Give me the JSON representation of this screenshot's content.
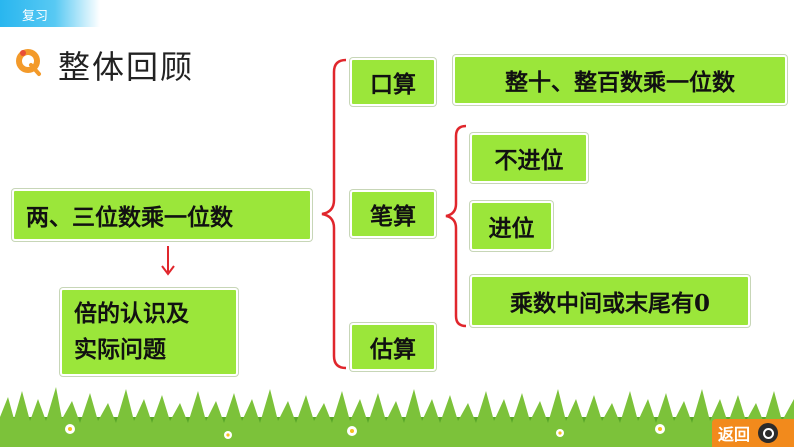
{
  "header": {
    "tab_label": "复习",
    "title": "整体回顾"
  },
  "nodes": {
    "main": "两、三位数乘一位数",
    "multiple": [
      "倍的认识及",
      "实际问题"
    ],
    "oral": "口算",
    "oral_detail": "整十、整百数乘一位数",
    "written": "笔算",
    "written_items": [
      "不进位",
      "进位",
      "乘数中间或末尾有0"
    ],
    "estimate": "估算"
  },
  "footer": {
    "return_label": "返回"
  },
  "colors": {
    "box": "#9be63a",
    "brace": "#e0262c",
    "tab": "#29b6ef",
    "return_button": "#f28a1c"
  }
}
